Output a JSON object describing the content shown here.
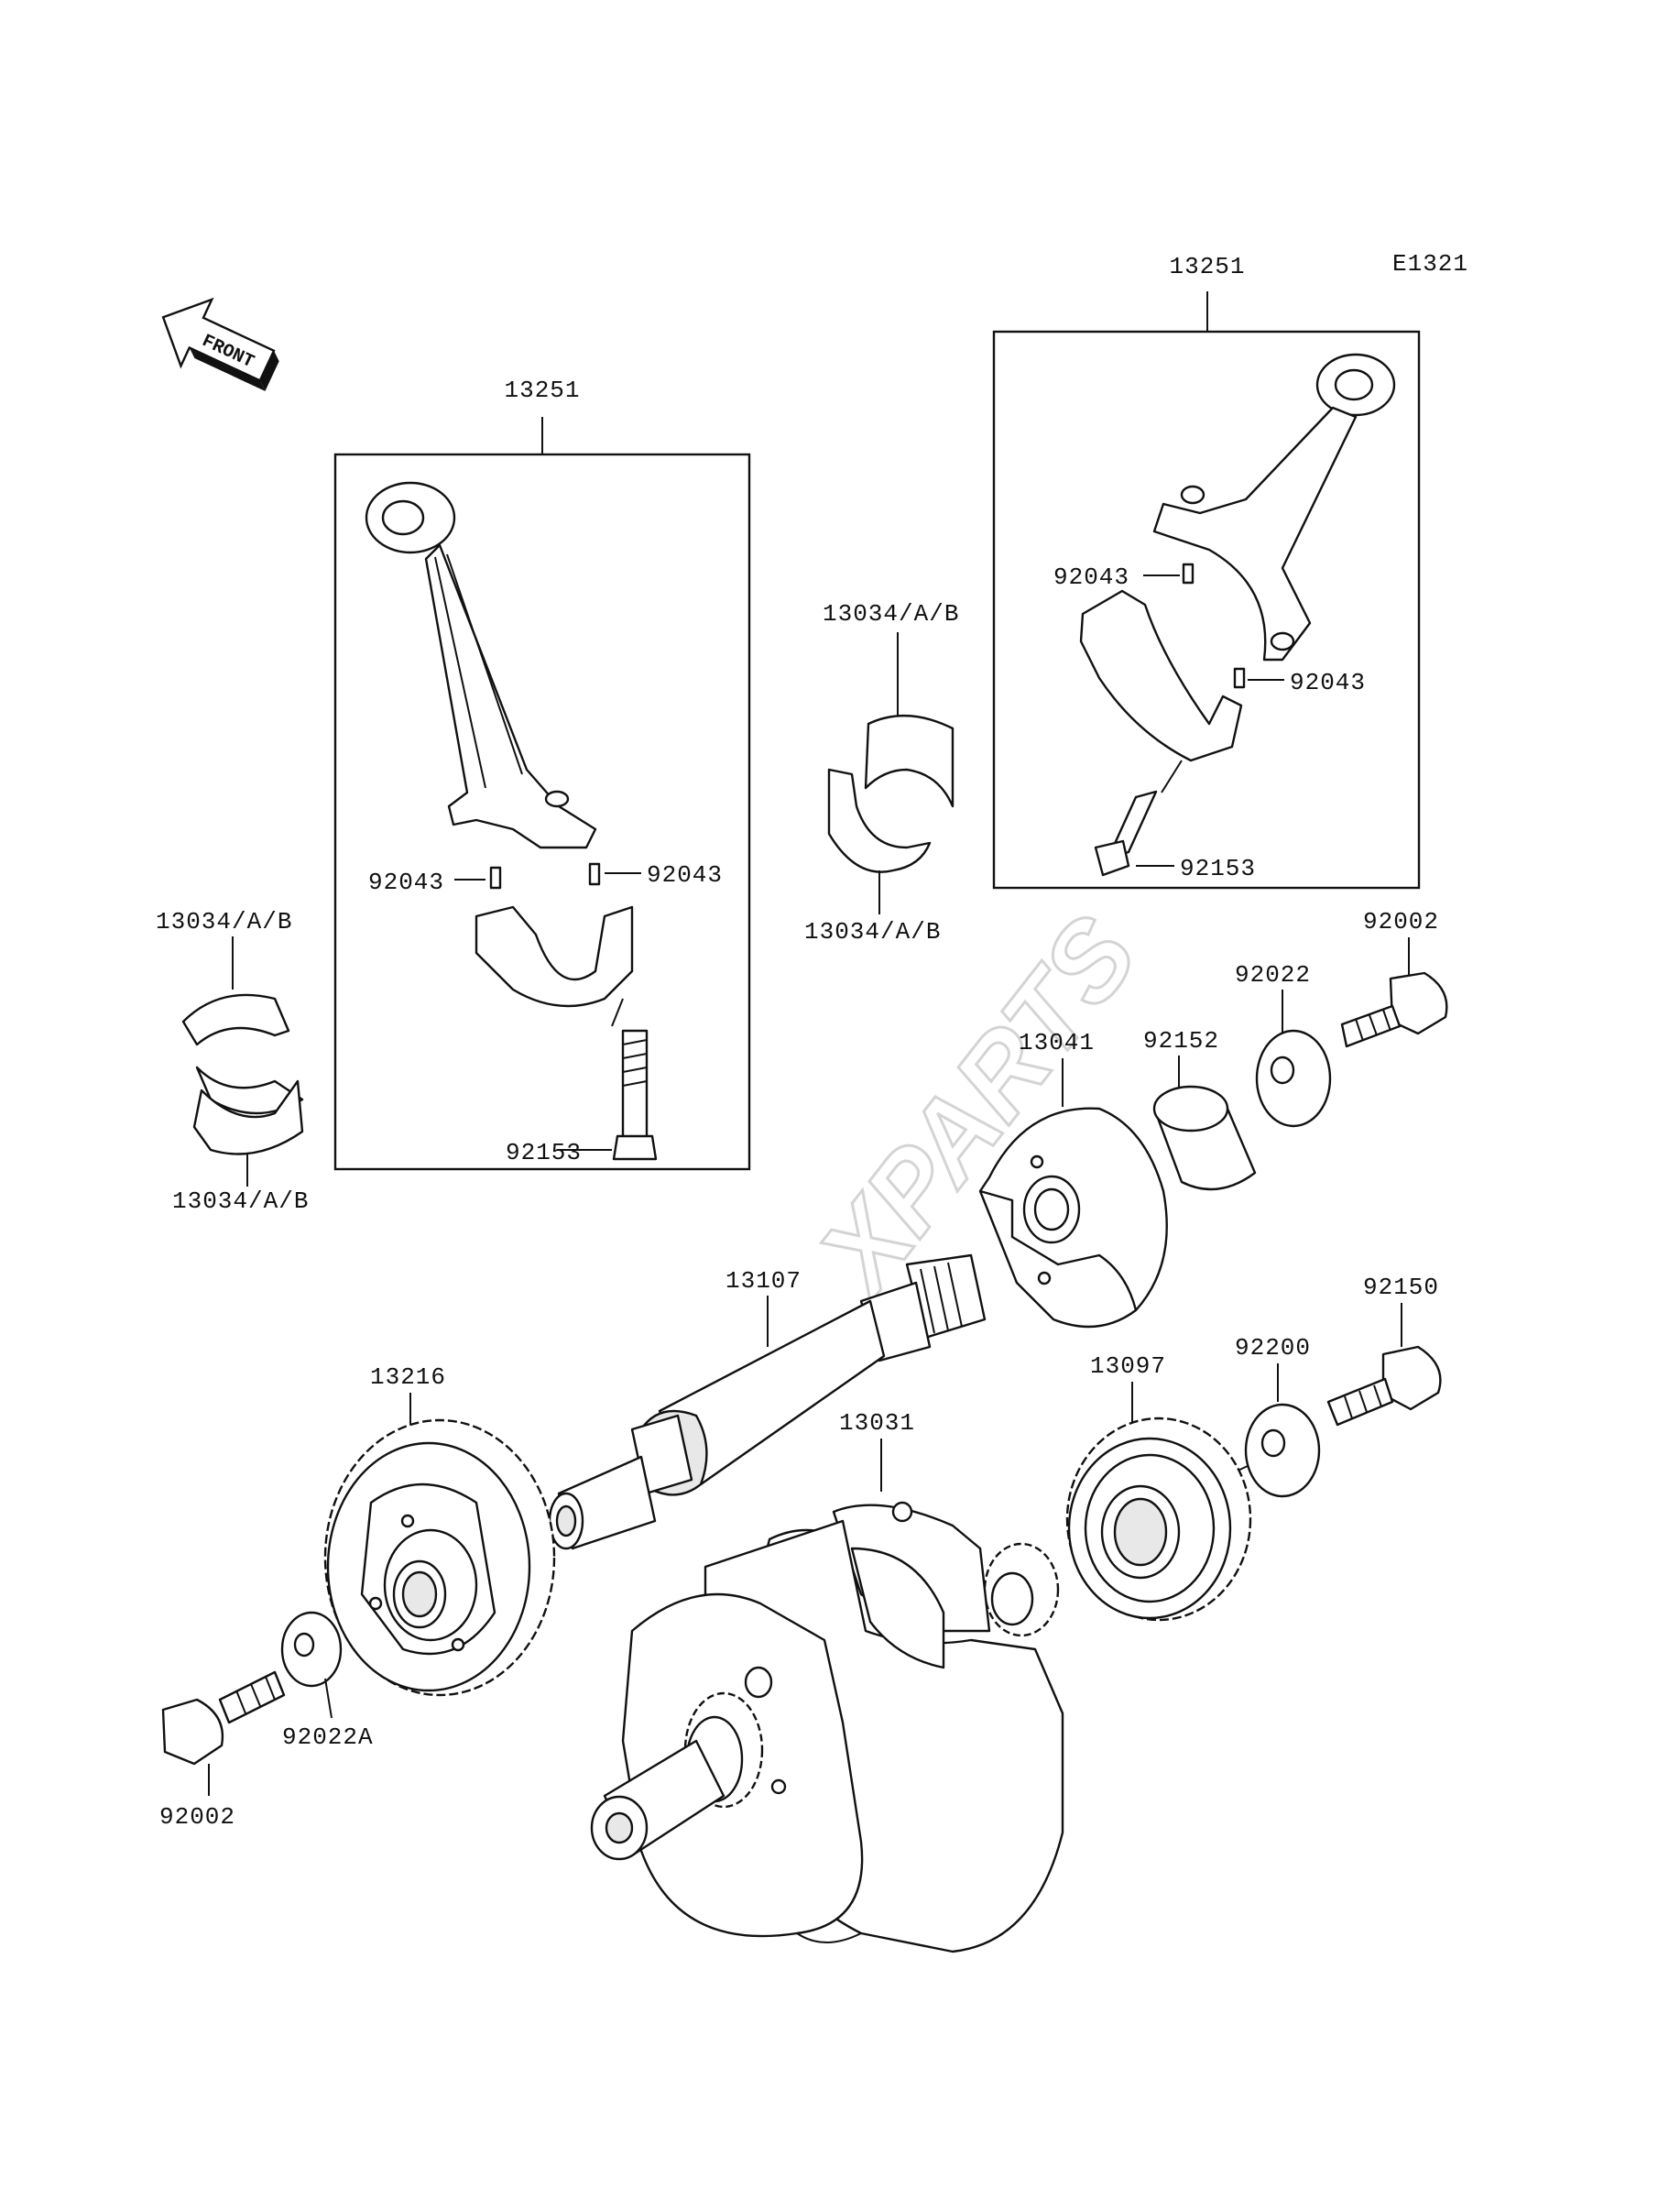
{
  "diagram_code": "E1321",
  "front_label": "FRONT",
  "watermark": "XPARTS",
  "callouts": {
    "conrod_left": "13251",
    "conrod_right": "13251",
    "bearing_center_top": "13034/A/B",
    "bearing_center_bottom": "13034/A/B",
    "bearing_left_top": "13034/A/B",
    "bearing_left_bottom": "13034/A/B",
    "pin_left_a": "92043",
    "pin_left_b": "92043",
    "pin_right_a": "92043",
    "pin_right_b": "92043",
    "bolt_left": "92153",
    "bolt_right": "92153",
    "bolt_top": "92002",
    "washer_top": "92022",
    "collar": "92152",
    "weight": "13041",
    "shaft": "13107",
    "bolt_mid_right": "92150",
    "washer_mid_right": "92200",
    "gear_right": "13097",
    "gear_left": "13216",
    "crankshaft": "13031",
    "bolt_bottom_left": "92002",
    "washer_bottom_left": "92022A"
  }
}
